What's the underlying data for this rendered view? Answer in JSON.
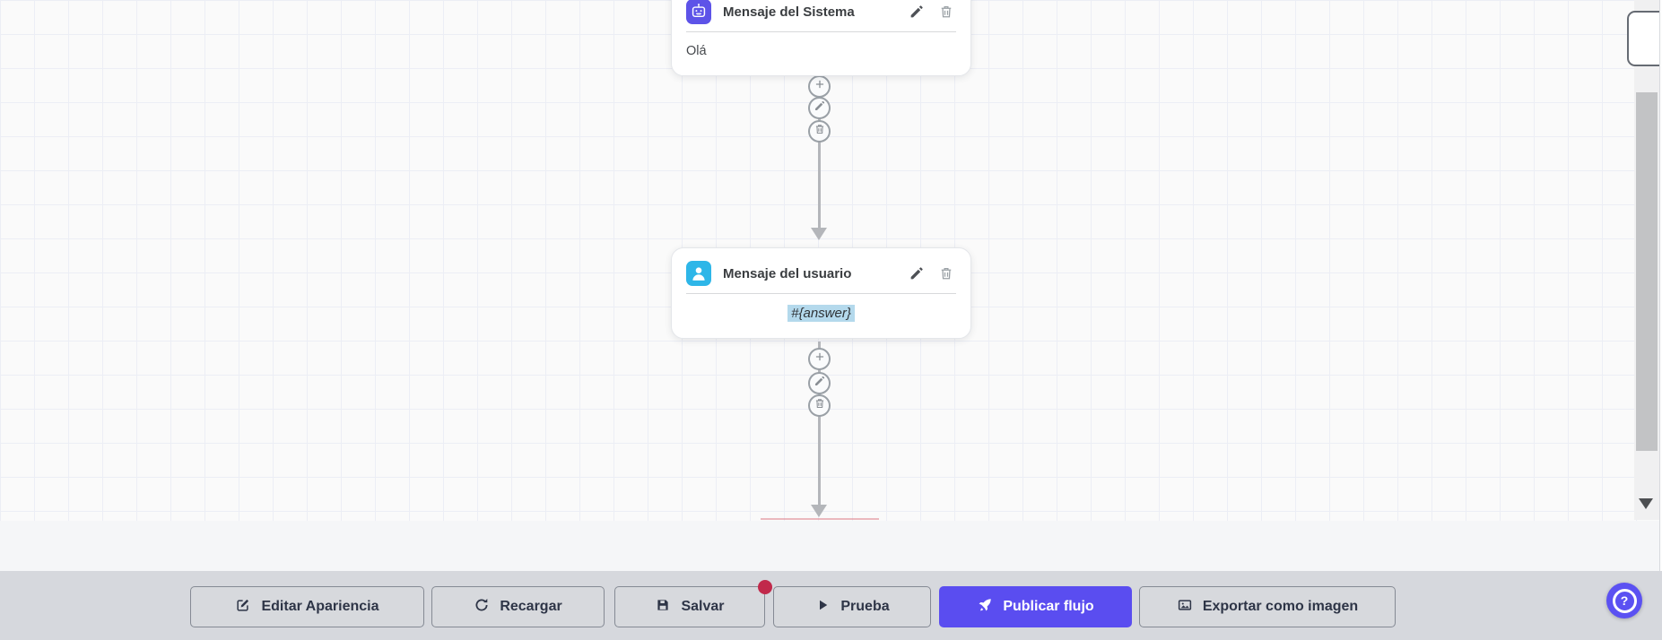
{
  "flow": {
    "nodes": [
      {
        "title": "Mensaje del Sistema",
        "body": "Olá",
        "icon": "robot-icon",
        "actions": [
          "edit",
          "delete"
        ]
      },
      {
        "title": "Mensaje del usuario",
        "body": "#{answer}",
        "icon": "user-icon",
        "actions": [
          "edit",
          "delete"
        ]
      }
    ],
    "connector_actions": [
      {
        "name": "add",
        "icon": "plus-icon"
      },
      {
        "name": "edit",
        "icon": "pencil-icon"
      },
      {
        "name": "delete",
        "icon": "trash-icon"
      }
    ]
  },
  "toolbar": {
    "buttons": [
      {
        "label": "Editar Apariencia",
        "icon": "edit-square-icon"
      },
      {
        "label": "Recargar",
        "icon": "refresh-icon"
      },
      {
        "label": "Salvar",
        "icon": "save-icon",
        "badge": true
      },
      {
        "label": "Prueba",
        "icon": "play-icon"
      },
      {
        "label": "Publicar flujo",
        "icon": "rocket-icon",
        "primary": true
      },
      {
        "label": "Exportar como imagen",
        "icon": "image-icon"
      }
    ]
  },
  "help": {
    "label": "?"
  },
  "colors": {
    "primary": "#5a4df0",
    "help": "#5b51f2",
    "node_system_icon": "#5d53e8",
    "node_user_icon": "#2eb6e8",
    "badge": "#c1294b",
    "highlight": "#b4d9ec",
    "connector": "#b4b6ba"
  }
}
